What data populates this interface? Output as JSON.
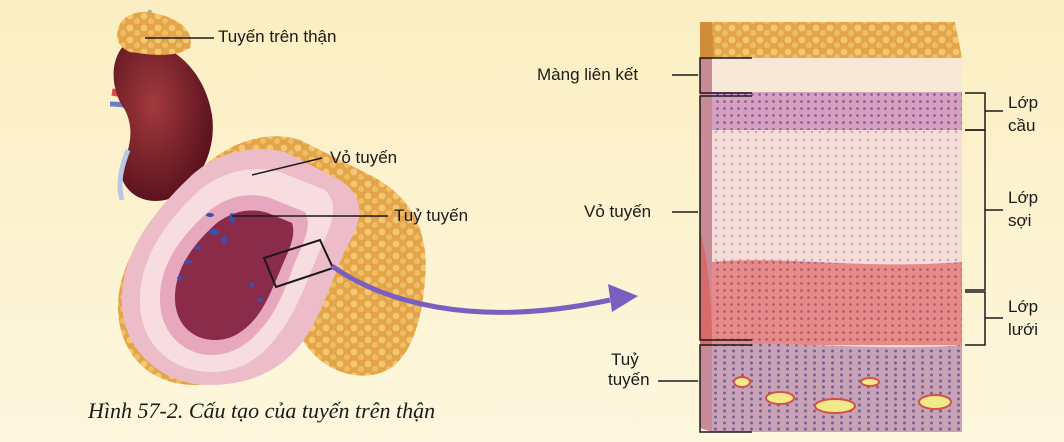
{
  "labels": {
    "adrenal_gland": "Tuyến trên thận",
    "cortex_left": "Vỏ tuyến",
    "medulla_left": "Tuỷ tuyến",
    "connective_membrane": "Màng liên kết",
    "cortex_right": "Vỏ tuyến",
    "medulla_right_line1": "Tuỷ",
    "medulla_right_line2": "tuyến",
    "glomerular_line1": "Lớp",
    "glomerular_line2": "cầu",
    "fascicular_line1": "Lớp",
    "fascicular_line2": "sợi",
    "reticular_line1": "Lớp",
    "reticular_line2": "lưới"
  },
  "caption": "Hình 57-2. Cấu tạo của tuyến trên thận",
  "colors": {
    "background": "#fdf5d3",
    "fat": "#e8a23e",
    "kidney": "#7a1f2a",
    "cortex_pale": "#f3dcd8",
    "medulla": "#8a2b4a",
    "arrow": "#7a5fc0",
    "line": "#1a1a1a"
  }
}
